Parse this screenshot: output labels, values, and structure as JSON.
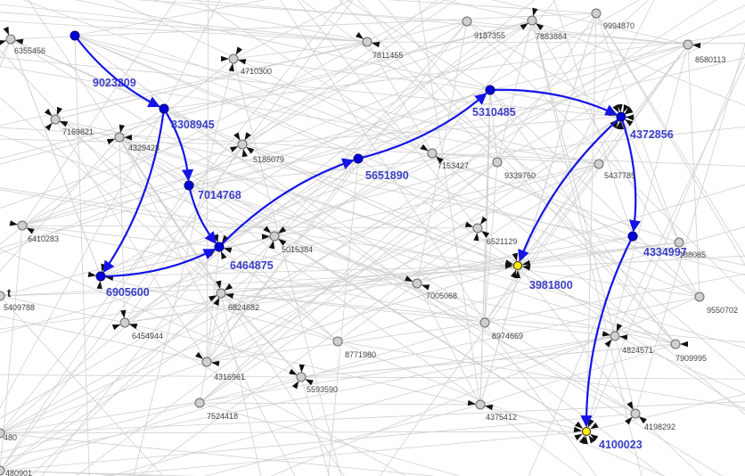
{
  "colors": {
    "background": "#ffffff",
    "edge": "#d0d0d0",
    "node_fill": "#cfcfcf",
    "node_stroke": "#6b6b6b",
    "path": "#1414e6",
    "path_node": "#0000d8",
    "path_label": "#3b3fc4",
    "endpoint": "#ffee00",
    "node_label": "#444444"
  },
  "path_nodes": [
    {
      "id": "9023209",
      "role": "path",
      "arrows": 0
    },
    {
      "id": "8308945",
      "role": "path",
      "arrows": 0
    },
    {
      "id": "7014768",
      "role": "path",
      "arrows": 0
    },
    {
      "id": "6464875",
      "role": "path",
      "arrows": 6
    },
    {
      "id": "6905600",
      "role": "path",
      "arrows": 4
    },
    {
      "id": "5651890",
      "role": "path",
      "arrows": 0
    },
    {
      "id": "5310485",
      "role": "path",
      "arrows": 0
    },
    {
      "id": "4372856",
      "role": "path",
      "arrows": 14
    },
    {
      "id": "4334997",
      "role": "path",
      "arrows": 0
    },
    {
      "id": "3981800",
      "role": "endpoint",
      "arrows": 8
    },
    {
      "id": "4100023",
      "role": "endpoint",
      "arrows": 10
    }
  ],
  "path_edges": [
    [
      "9023209",
      "8308945"
    ],
    [
      "8308945",
      "7014768"
    ],
    [
      "7014768",
      "6464875"
    ],
    [
      "8308945",
      "6905600"
    ],
    [
      "6905600",
      "6464875"
    ],
    [
      "6464875",
      "5651890"
    ],
    [
      "5651890",
      "5310485"
    ],
    [
      "5310485",
      "4372856"
    ],
    [
      "4372856",
      "3981800"
    ],
    [
      "4372856",
      "4334997"
    ],
    [
      "4334997",
      "4100023"
    ]
  ],
  "other_nodes": [
    {
      "id": "6355456",
      "arrows": 3
    },
    {
      "id": "4710300",
      "arrows": 4
    },
    {
      "id": "7811455",
      "arrows": 2
    },
    {
      "id": "9187355",
      "arrows": 0
    },
    {
      "id": "7883884",
      "arrows": 3
    },
    {
      "id": "9994870",
      "arrows": 0
    },
    {
      "id": "8580113",
      "arrows": 1
    },
    {
      "id": "7169821",
      "arrows": 4
    },
    {
      "id": "4329428",
      "arrows": 3
    },
    {
      "id": "5185079",
      "arrows": 5
    },
    {
      "id": "7153427",
      "arrows": 2
    },
    {
      "id": "9339760",
      "arrows": 0
    },
    {
      "id": "5437785",
      "arrows": 0
    },
    {
      "id": "6410283",
      "arrows": 2
    },
    {
      "id": "5015384",
      "arrows": 5
    },
    {
      "id": "6521129",
      "arrows": 4
    },
    {
      "id": "188085",
      "arrows": 0
    },
    {
      "id": "6824682",
      "arrows": 5
    },
    {
      "id": "5409788",
      "arrows": 0
    },
    {
      "id": "7005068",
      "arrows": 2
    },
    {
      "id": "9550702",
      "arrows": 0
    },
    {
      "id": "6454944",
      "arrows": 3
    },
    {
      "id": "8974669",
      "arrows": 0
    },
    {
      "id": "4824571",
      "arrows": 4
    },
    {
      "id": "7909995",
      "arrows": 1
    },
    {
      "id": "8771980",
      "arrows": 0
    },
    {
      "id": "4316961",
      "arrows": 2
    },
    {
      "id": "5593590",
      "arrows": 4
    },
    {
      "id": "7524418",
      "arrows": 0
    },
    {
      "id": "4375412",
      "arrows": 2
    },
    {
      "id": "4198292",
      "arrows": 3
    },
    {
      "id": "480",
      "arrows": 0
    },
    {
      "id": "480901",
      "arrows": 0
    }
  ],
  "stray_glyph": "t"
}
